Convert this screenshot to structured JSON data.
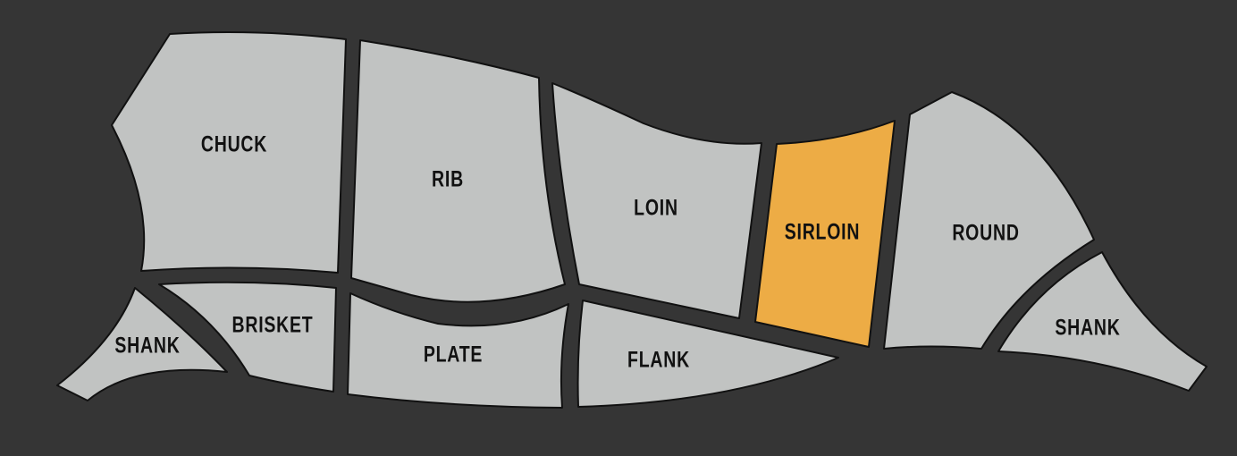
{
  "colors": {
    "background": "#353535",
    "cut": "#c1c3c2",
    "selected": "#edac45",
    "outline": "#111111"
  },
  "selected": "sirloin",
  "cuts": {
    "chuck": "CHUCK",
    "rib": "RIB",
    "loin": "LOIN",
    "sirloin": "SIRLOIN",
    "round": "ROUND",
    "hind_shank": "SHANK",
    "brisket": "BRISKET",
    "fore_shank": "SHANK",
    "plate": "PLATE",
    "flank": "FLANK"
  }
}
